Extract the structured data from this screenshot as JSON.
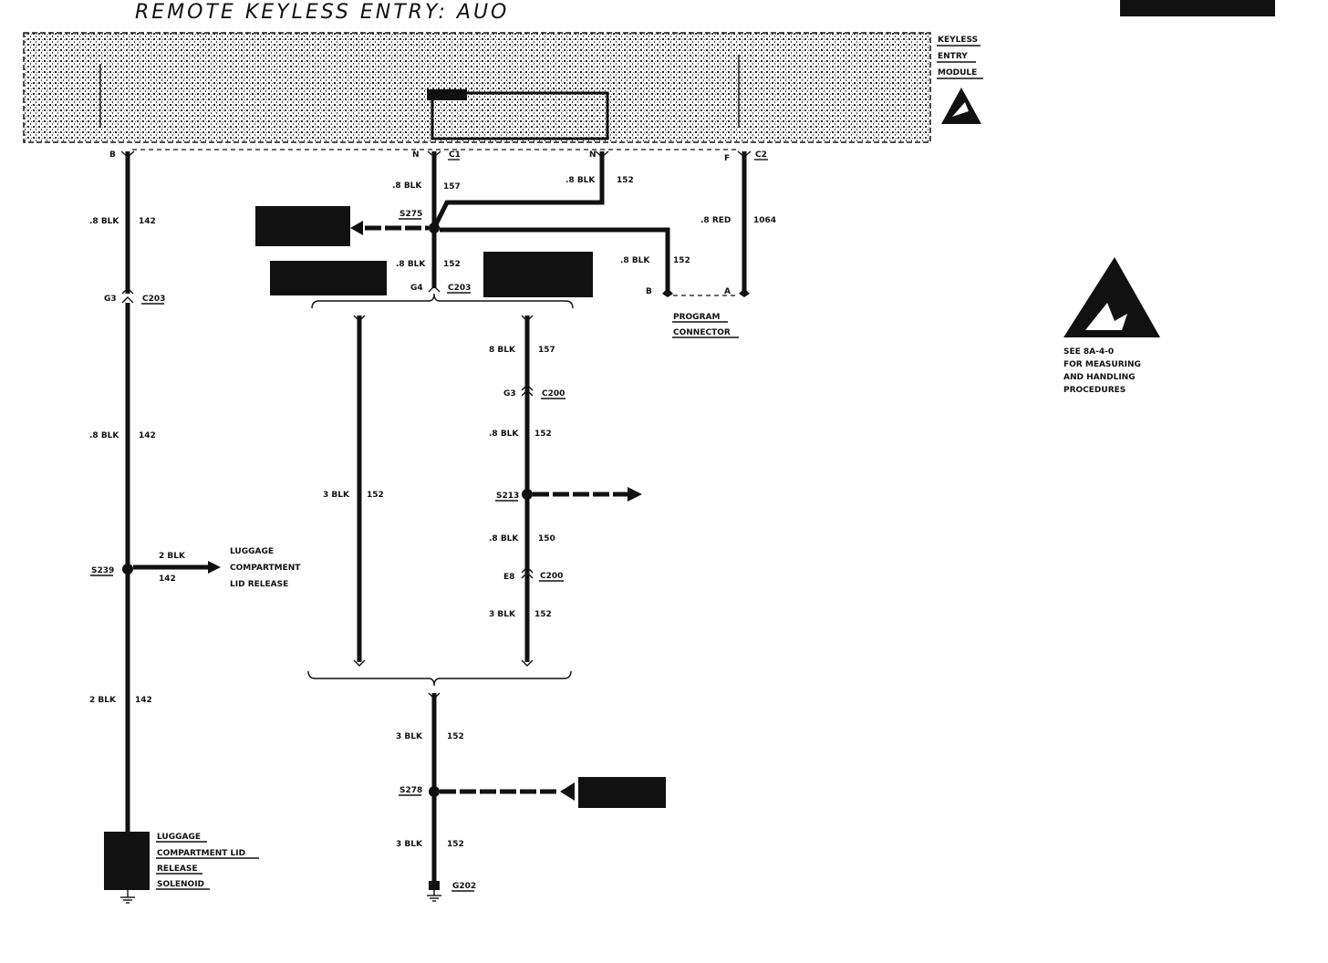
{
  "title": "REMOTE KEYLESS ENTRY: AUO",
  "module": {
    "line1": "KEYLESS",
    "line2": "ENTRY",
    "line3": "MODULE"
  },
  "esd_note": {
    "line1": "SEE 8A-4-0",
    "line2": "FOR MEASURING",
    "line3": "AND HANDLING",
    "line4": "PROCEDURES"
  },
  "pins": {
    "b": "B",
    "n1": "N",
    "c1": "C1",
    "n2": "N",
    "f": "F",
    "c2": "C2"
  },
  "wires": {
    "w142_1": {
      "gauge": ".8 BLK",
      "circuit": "142"
    },
    "w142_2": {
      "gauge": ".8 BLK",
      "circuit": "142"
    },
    "w142_3": {
      "gauge": "2 BLK",
      "circuit": "142"
    },
    "w142_branch": {
      "gauge": "2 BLK",
      "circuit": "142"
    },
    "w152_a": {
      "gauge": ".8 BLK",
      "circuit": "157"
    },
    "w152_b": {
      "gauge": ".8 BLK",
      "circuit": "152"
    },
    "w152_c": {
      "gauge": ".8 BLK",
      "circuit": "152"
    },
    "w152_d": {
      "gauge": ".8 BLK",
      "circuit": "152"
    },
    "w1064": {
      "gauge": ".8 RED",
      "circuit": "1064"
    },
    "w152_left": {
      "gauge": "3 BLK",
      "circuit": "152"
    },
    "w152_r1": {
      "gauge": "8 BLK",
      "circuit": "157"
    },
    "w152_r2": {
      "gauge": ".8 BLK",
      "circuit": "152"
    },
    "w152_r3": {
      "gauge": ".8 BLK",
      "circuit": "150"
    },
    "w152_r4": {
      "gauge": "3 BLK",
      "circuit": "152"
    },
    "w152_b1": {
      "gauge": "3 BLK",
      "circuit": "152"
    },
    "w152_b2": {
      "gauge": "3 BLK",
      "circuit": "152"
    }
  },
  "connectors": {
    "c203_left": {
      "pin": "G3",
      "name": "C203"
    },
    "c203_mid": {
      "pin": "G4",
      "name": "C203"
    },
    "c200_a": {
      "pin": "G3",
      "name": "C200"
    },
    "c200_b": {
      "pin": "E8",
      "name": "C200"
    }
  },
  "splices": {
    "s275": "S275",
    "s239": "S239",
    "s213": "S213",
    "s278": "S278"
  },
  "ground": "G202",
  "program_connector": {
    "line1": "PROGRAM",
    "line2": "CONNECTOR",
    "pin_b": "B",
    "pin_a": "A"
  },
  "luggage_release": {
    "line1": "LUGGAGE",
    "line2": "COMPARTMENT",
    "line3": "LID RELEASE"
  },
  "solenoid": {
    "line1": "LUGGAGE",
    "line2": "COMPARTMENT LID",
    "line3": "RELEASE",
    "line4": "SOLENOID"
  },
  "colors": {
    "ink": "#111111",
    "paper": "#ffffff"
  }
}
